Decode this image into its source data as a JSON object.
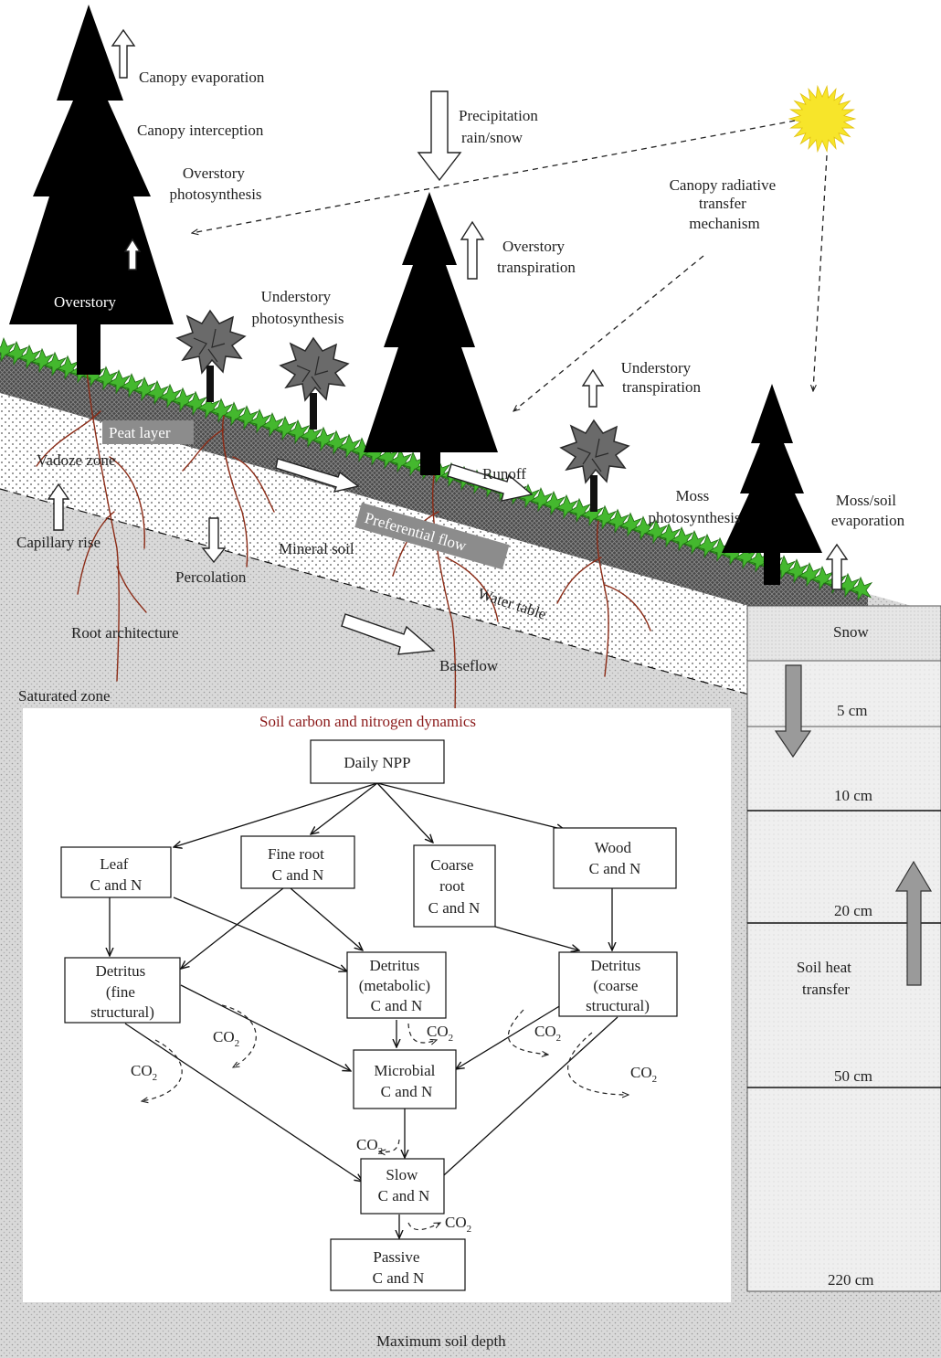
{
  "colors": {
    "sky": "#ffffff",
    "saturated_zone": "#d9d9d9",
    "vadose_zone": "#f5f5f5",
    "peat_layer": "#555555",
    "moss": "#44b82e",
    "tree": "#000000",
    "shrub": "#6a6a6a",
    "root": "#8b2b16",
    "sun": "#f7e52a",
    "panel_title": "#8b1a1a",
    "label_box": "#8c8c8c"
  },
  "icons": [
    "overstory-tree-icon",
    "understory-shrub-icon",
    "moss-icon",
    "sun-icon",
    "root-icon",
    "flux-arrow-icon"
  ],
  "landscape": {
    "canopy_evaporation": "Canopy evaporation",
    "canopy_interception": "Canopy interception",
    "overstory_photosynthesis": [
      "Overstory",
      "photosynthesis"
    ],
    "overstory": "Overstory",
    "precipitation": [
      "Precipitation",
      "rain/snow"
    ],
    "overstory_transpiration": [
      "Overstory",
      "transpiration"
    ],
    "canopy_radiative": [
      "Canopy radiative",
      "transfer",
      "mechanism"
    ],
    "understory_photosynthesis": [
      "Understory",
      "photosynthesis"
    ],
    "understory_transpiration": [
      "Understory",
      "transpiration"
    ],
    "peat_layer": "Peat layer",
    "vadoze_zone": "Vadoze zone",
    "capillary_rise": "Capillary rise",
    "percolation": "Percolation",
    "mineral_soil": "Mineral soil",
    "root_architecture": "Root architecture",
    "runoff": "Runoff",
    "preferential_flow": "Preferential flow",
    "water_table": "Water table",
    "baseflow": "Baseflow",
    "saturated_zone": "Saturated zone",
    "moss_photosynthesis": [
      "Moss",
      "photosynthesis"
    ],
    "moss_soil_evaporation": [
      "Moss/soil",
      "evaporation"
    ],
    "maximum_soil_depth": "Maximum soil depth"
  },
  "soil_column": {
    "snow": "Snow",
    "depths": [
      "5 cm",
      "10 cm",
      "20 cm",
      "50 cm",
      "220 cm"
    ],
    "heat_transfer": [
      "Soil heat",
      "transfer"
    ]
  },
  "panel": {
    "title": "Soil carbon and nitrogen dynamics",
    "daily_npp": "Daily NPP",
    "leaf": [
      "Leaf",
      "C and N"
    ],
    "fine_root": [
      "Fine root",
      "C and N"
    ],
    "coarse_root": [
      "Coarse",
      "root",
      "C and N"
    ],
    "wood": [
      "Wood",
      "C and N"
    ],
    "det_fine": [
      "Detritus",
      "(fine",
      "structural)"
    ],
    "det_metabolic": [
      "Detritus",
      "(metabolic)",
      "C and N"
    ],
    "det_coarse": [
      "Detritus",
      "(coarse",
      "structural)"
    ],
    "microbial": [
      "Microbial",
      "C and N"
    ],
    "slow": [
      "Slow",
      "C and N"
    ],
    "passive": [
      "Passive",
      "C and N"
    ],
    "co2": "CO",
    "co2_subscript": "2"
  }
}
